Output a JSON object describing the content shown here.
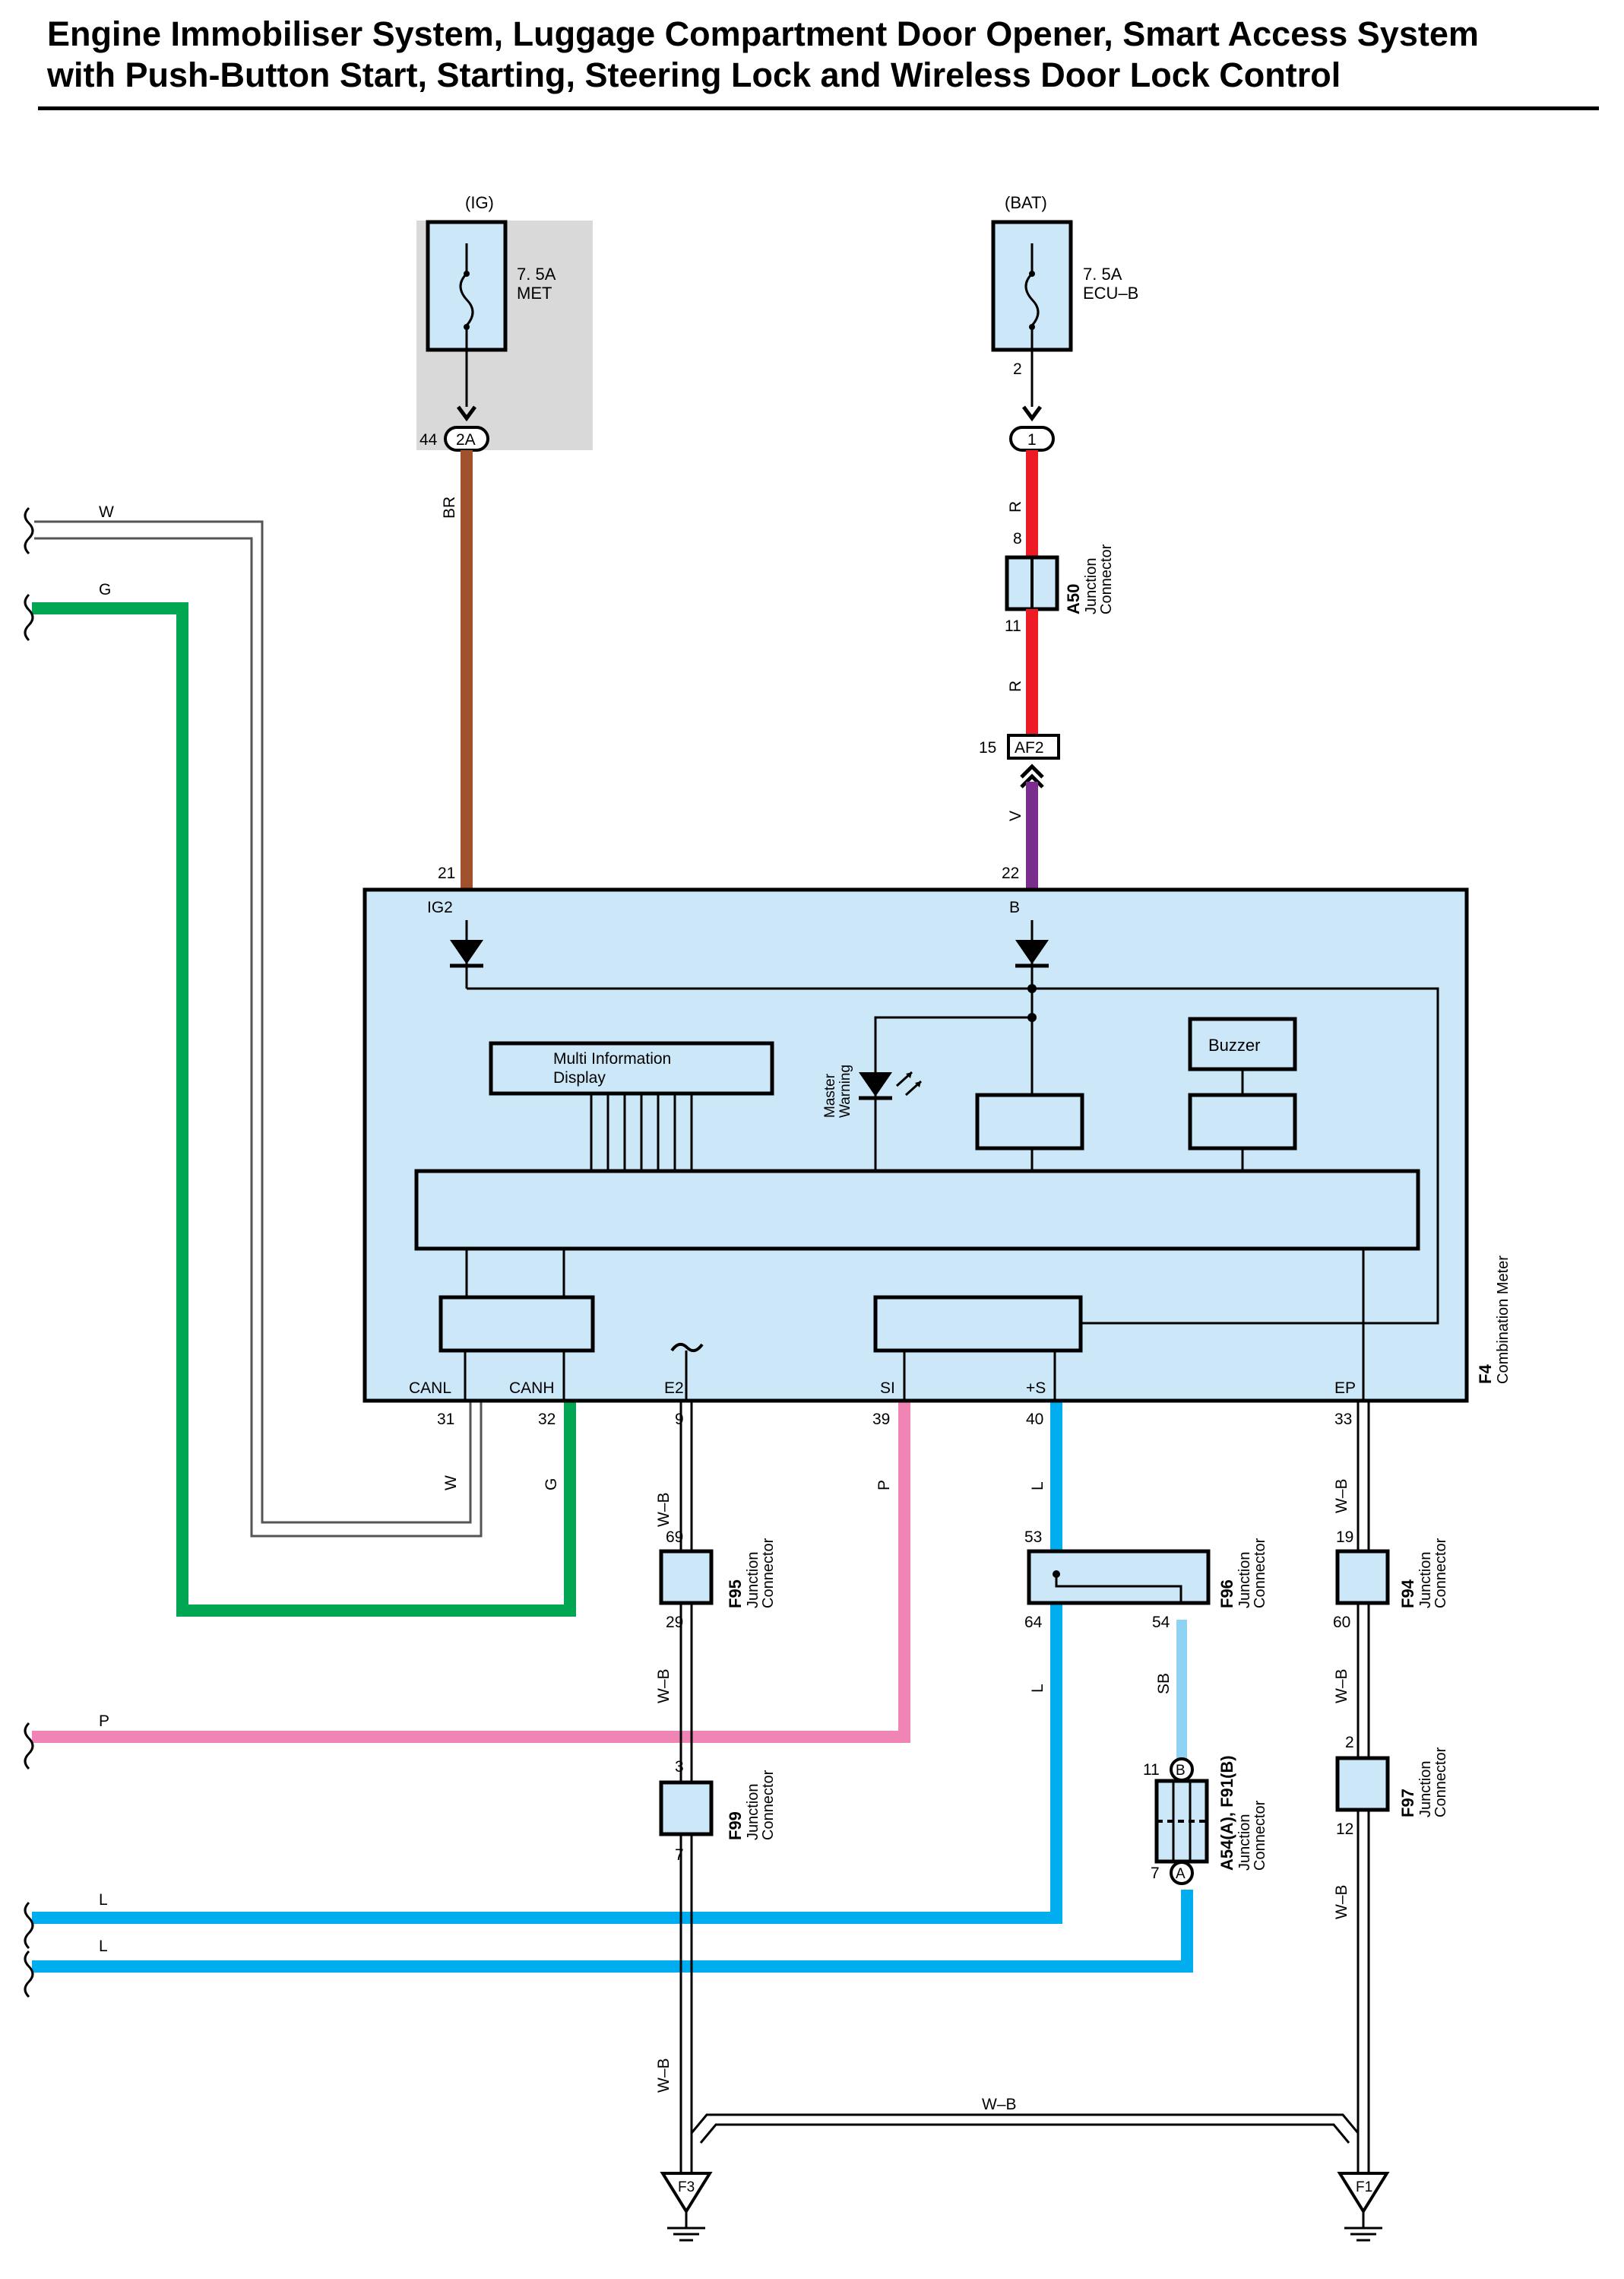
{
  "title": {
    "line1": "Engine Immobiliser System, Luggage Compartment Door Opener, Smart Access System",
    "line2": "with Push-Button Start, Starting, Steering Lock and Wireless Door Lock Control"
  },
  "colors": {
    "white_wire": "#ffffff",
    "green_wire": "#00a651",
    "brown_wire": "#a0522d",
    "red_wire": "#ed1c24",
    "violet_wire": "#7b2d8e",
    "pink_wire": "#f084b4",
    "blue_wire": "#00aeef",
    "sky_blue_wire": "#8fd3f4",
    "component_fill": "#cce8f8",
    "ig_shade": "#d9d9d9"
  },
  "fuses": {
    "met": {
      "source": "(IG)",
      "rating": "7. 5A",
      "name": "MET"
    },
    "ecub": {
      "source": "(BAT)",
      "rating": "7. 5A",
      "name": "ECU–B"
    }
  },
  "connectors": {
    "c2a": {
      "id": "2A",
      "pin": "44"
    },
    "c1": {
      "id": "1",
      "pin": "2"
    },
    "a50": {
      "id": "A50",
      "desc1": "Junction",
      "desc2": "Connector",
      "pin_top": "8",
      "pin_bottom": "11"
    },
    "af2": {
      "id": "AF2",
      "pin": "15"
    },
    "f95": {
      "id": "F95",
      "desc1": "Junction",
      "desc2": "Connector",
      "pin_top": "69",
      "pin_bottom": "29"
    },
    "f96": {
      "id": "F96",
      "desc1": "Junction",
      "desc2": "Connector",
      "pin_top": "53",
      "pin_bottom": "64",
      "pin_right": "54"
    },
    "f94": {
      "id": "F94",
      "desc1": "Junction",
      "desc2": "Connector",
      "pin_top": "19",
      "pin_bottom": "60"
    },
    "f99": {
      "id": "F99",
      "desc1": "Junction",
      "desc2": "Connector",
      "pin_top": "3",
      "pin_bottom": "7"
    },
    "f97": {
      "id": "F97",
      "desc1": "Junction",
      "desc2": "Connector",
      "pin_top": "2",
      "pin_bottom": "12"
    },
    "a54": {
      "id": "A54(A), F91(B)",
      "desc1": "Junction",
      "desc2": "Connector",
      "pin_b": "11",
      "pin_a": "7",
      "label_b": "B",
      "label_a": "A"
    }
  },
  "meter": {
    "id": "F4",
    "name": "Combination Meter",
    "mid_label1": "Multi Information",
    "mid_label2": "Display",
    "master_warning1": "Master",
    "master_warning2": "Warning",
    "buzzer": "Buzzer",
    "pins": {
      "ig2": {
        "name": "IG2",
        "num": "21"
      },
      "b": {
        "name": "B",
        "num": "22"
      },
      "canl": {
        "name": "CANL",
        "num": "31"
      },
      "canh": {
        "name": "CANH",
        "num": "32"
      },
      "e2": {
        "name": "E2",
        "num": "9"
      },
      "si": {
        "name": "SI",
        "num": "39"
      },
      "s": {
        "name": "+S",
        "num": "40"
      },
      "ep": {
        "name": "EP",
        "num": "33"
      }
    }
  },
  "wires": {
    "br": "BR",
    "r1": "R",
    "r2": "R",
    "v": "V",
    "w": "W",
    "g": "G",
    "p": "P",
    "l": "L",
    "sb": "SB",
    "wb": "W–B"
  },
  "left_wires": {
    "w": "W",
    "g": "G",
    "p": "P",
    "l1": "L",
    "l2": "L"
  },
  "grounds": {
    "f3": "F3",
    "f1": "F1"
  }
}
